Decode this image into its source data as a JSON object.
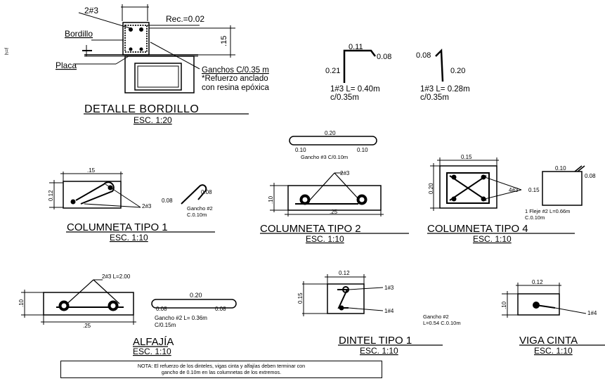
{
  "bordillo": {
    "bars": "2#3",
    "rec": "Rec.=0.02",
    "bordillo_label": "Bordillo",
    "placa_label": "Placa",
    "dim_15": ".15",
    "ganchos": "Ganchos C/0.35 m",
    "note1": "*Refuerzo anclado",
    "note2": "con resina epóxica",
    "title": "DETALLE BORDILLO",
    "scale": "ESC. 1:20",
    "side_mark": "h=f"
  },
  "hook1": {
    "top": "0.11",
    "right": "0.08",
    "left": "0.21",
    "spec1": "1#3 L= 0.40m",
    "spec2": "c/0.35m"
  },
  "hook2": {
    "top": "0.08",
    "right": "0.20",
    "spec1": "1#3 L= 0.28m",
    "spec2": "c/0.35m"
  },
  "gancho3": {
    "top": "0.20",
    "left": "0.10",
    "right": "0.10",
    "label": "Gancho #3 C/0.10m"
  },
  "col1": {
    "width": ".15",
    "height": "0.12",
    "bar": "2#3",
    "hook_l": "0.08",
    "hook_r": "0.08",
    "gancho1": "Gancho #2",
    "gancho2": "C.0.10m",
    "title": "COLUMNETA TIPO 1",
    "scale": "ESC. 1:10"
  },
  "col2": {
    "bar": "2#3",
    "height": ".10",
    "width": ".25",
    "title": "COLUMNETA TIPO 2",
    "scale": "ESC. 1:10"
  },
  "col4": {
    "width": "0.15",
    "height": "0.20",
    "bar": "4#3",
    "dim": "0.15",
    "stirrup_top": "0.10",
    "stirrup_right": "0.08",
    "fleje1": "1 Fleje #2 L=0.66m",
    "fleje2": "C.0.10m",
    "title": "COLUMNETA TIPO 4",
    "scale": "ESC. 1:10"
  },
  "alfajia": {
    "bar": "2#3 L=2.00",
    "height": ".10",
    "width": ".25",
    "hook_top": "0.20",
    "hook_l": "0.08",
    "hook_r": "0.08",
    "gancho1": "Gancho #2 L= 0.36m",
    "gancho2": "C/0.15m",
    "title": "ALFAJÍA",
    "scale": "ESC. 1:10"
  },
  "dintel": {
    "width": "0.12",
    "height": "0.15",
    "bar_top": "1#3",
    "bar_bot": "1#4",
    "gancho1": "Gancho #2",
    "gancho2": "L=0.54 C.0.10m",
    "title": "DINTEL TIPO 1",
    "scale": "ESC. 1:10"
  },
  "viga": {
    "width": "0.12",
    "height": ".10",
    "bar": "1#4",
    "title": "VIGA CINTA",
    "scale": "ESC. 1:10"
  },
  "nota": {
    "line1": "NOTA: El refuerzo de los dinteles, vigas cinta y alfajías deben terminar con",
    "line2": "gancho de 0.10m en las columnetas de los extremos."
  }
}
